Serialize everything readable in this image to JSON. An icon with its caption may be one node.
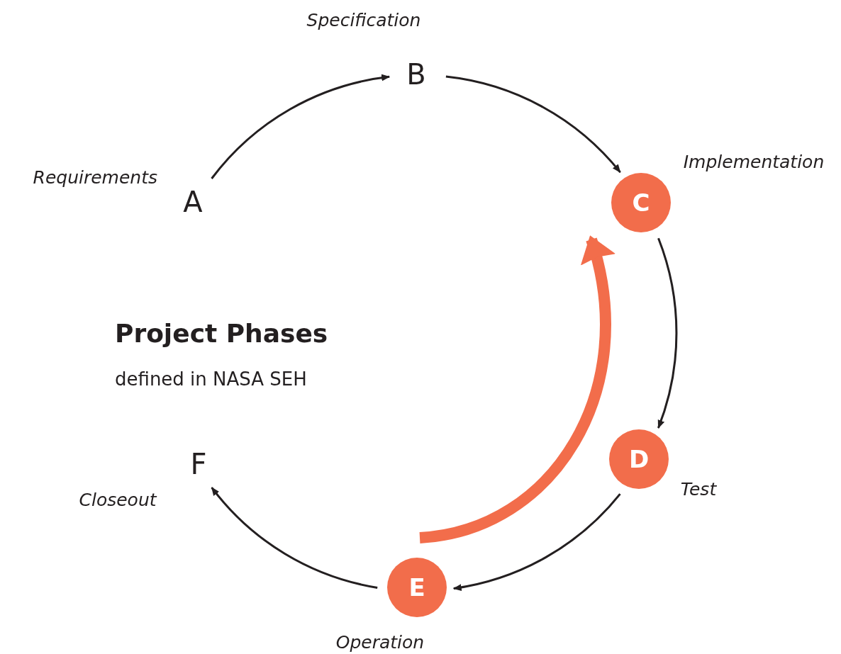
{
  "diagram": {
    "title": "Project Phases",
    "nodes": [
      {
        "text": [
          "A"
        ],
        "beside": [
          "Requirements"
        ]
      },
      {
        "text": [
          "B"
        ],
        "beside": [
          "Specification"
        ]
      },
      {
        "text": [
          "C"
        ],
        "beside": [
          "Implementation"
        ]
      },
      {
        "text": [
          "D"
        ],
        "beside": [
          "Test"
        ]
      },
      {
        "text": [
          "E"
        ],
        "beside": [
          "Operation"
        ]
      },
      {
        "text": [
          "F"
        ],
        "beside": [
          "Closeout"
        ]
      }
    ],
    "edges": [
      {
        "from": 0,
        "to": 1,
        "arrow": "to"
      },
      {
        "from": 1,
        "to": 2,
        "arrow": "to"
      },
      {
        "from": 2,
        "to": 3,
        "arrow": "to"
      },
      {
        "from": 3,
        "to": 4,
        "arrow": "to"
      },
      {
        "from": 4,
        "to": 5,
        "arrow": "to"
      },
      {
        "from": 4,
        "to": 2,
        "arrow": "to",
        "style": "thick",
        "color": "#f26d4b"
      }
    ],
    "labels": [
      "defined in NASA SEH"
    ]
  }
}
